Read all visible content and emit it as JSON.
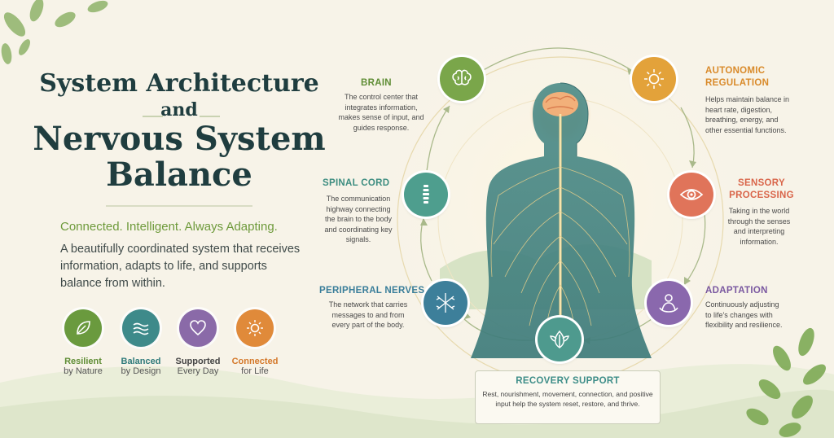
{
  "title": {
    "line1": "System Architecture",
    "line2": "and",
    "line3": "Nervous System",
    "line4": "Balance"
  },
  "tagline": "Connected. Intelligent. Always Adapting.",
  "intro": "A beautifully coordinated system that receives information, adapts to life, and supports balance from within.",
  "badges": [
    {
      "label": "Resilient",
      "sub": "by Nature",
      "icon": "leaf-icon",
      "color": "#6a9a3e"
    },
    {
      "label": "Balanced",
      "sub": "by Design",
      "icon": "waves-icon",
      "color": "#3e8a8a"
    },
    {
      "label": "Supported",
      "sub": "Every Day",
      "icon": "heart-icon",
      "color": "#8a6aa8"
    },
    {
      "label": "Connected",
      "sub": "for Life",
      "icon": "sun-icon",
      "color": "#e08a3a"
    }
  ],
  "nodes": {
    "brain": {
      "label": "BRAIN",
      "desc": "The control center that integrates information, makes sense of input, and guides response.",
      "icon": "brain-icon",
      "color": "#7aa64a"
    },
    "autonomic": {
      "label": "AUTONOMIC REGULATION",
      "desc": "Helps maintain balance in heart rate, digestion, breathing, energy, and other essential functions.",
      "icon": "sun-icon",
      "color": "#e3a23a"
    },
    "spinal": {
      "label": "SPINAL CORD",
      "desc": "The communication highway connecting the brain to the body and coordinating key signals.",
      "icon": "spine-icon",
      "color": "#4e9e8e"
    },
    "sensory": {
      "label": "SENSORY PROCESSING",
      "desc": "Taking in the world through the senses and interpreting information.",
      "icon": "eye-icon",
      "color": "#e0745a"
    },
    "peripheral": {
      "label": "PERIPHERAL NERVES",
      "desc": "The network that carries messages to and from every part of the body.",
      "icon": "nerves-icon",
      "color": "#3d7f9a"
    },
    "adaptation": {
      "label": "ADAPTATION",
      "desc": "Continuously adjusting to life's changes with flexibility and resilience.",
      "icon": "person-icon",
      "color": "#8a68ad"
    },
    "recovery": {
      "label": "RECOVERY SUPPORT",
      "desc": "Rest, nourishment, movement, connection, and positive input help the system reset, restore, and thrive.",
      "icon": "leaf-icon",
      "color": "#4e9a8e"
    }
  }
}
